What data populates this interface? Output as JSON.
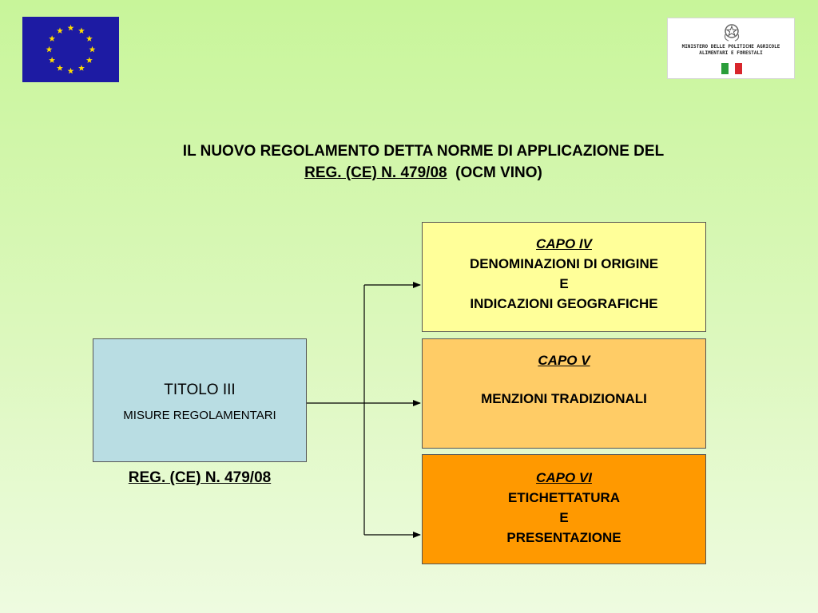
{
  "title": {
    "line1": "IL NUOVO REGOLAMENTO DETTA NORME DI APPLICAZIONE DEL",
    "line2_underlined": "REG. (CE) N. 479/08",
    "line2_rest": "(OCM VINO)"
  },
  "ministry_logo": {
    "line1": "MINISTERO DELLE POLITICHE AGRICOLE",
    "line2": "ALIMENTARI E FORESTALI"
  },
  "titolo": {
    "heading": "TITOLO III",
    "subheading": "MISURE REGOLAMENTARI",
    "reg_label": "REG. (CE) N. 479/08"
  },
  "capo_iv": {
    "heading": "CAPO IV",
    "line1": "DENOMINAZIONI DI ORIGINE",
    "line2": "E",
    "line3": "INDICAZIONI GEOGRAFICHE"
  },
  "capo_v": {
    "heading": "CAPO V",
    "line1": "MENZIONI TRADIZIONALI"
  },
  "capo_vi": {
    "heading": "CAPO VI",
    "line1": "ETICHETTATURA",
    "line2": "E",
    "line3": "PRESENTAZIONE"
  },
  "colors": {
    "capo_iv_bg": "#ffff99",
    "capo_v_bg": "#ffcc66",
    "capo_vi_bg": "#ff9900",
    "titolo_bg": "#b9dde3",
    "eu_blue": "#1d1ba3",
    "eu_star": "#ffdd00"
  }
}
